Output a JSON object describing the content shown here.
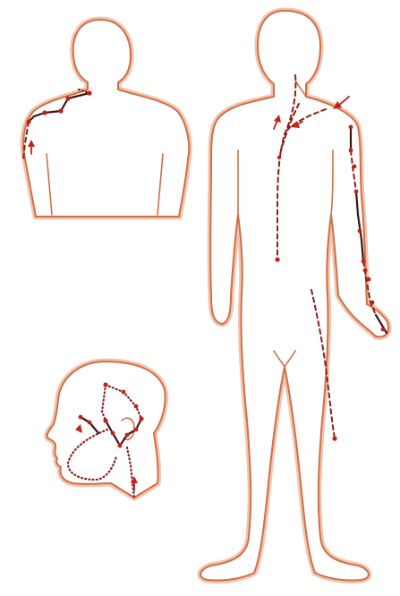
{
  "colors": {
    "background": "#ffffff",
    "body_outline": "#cf6f48",
    "body_glow": "#f2c4ad",
    "meridian_line": "#3d1512",
    "meridian_dashed": "#8c1d18",
    "acupoint": "#c0221b",
    "arrow": "#c0221b"
  },
  "figures": [
    {
      "name": "upper-back-view"
    },
    {
      "name": "full-body-front-view"
    },
    {
      "name": "head-side-view"
    }
  ],
  "line_styles": [
    "solid",
    "dashed",
    "dotted"
  ],
  "icons": [
    "flow-direction-arrow-icon",
    "acupoint-marker-icon"
  ]
}
